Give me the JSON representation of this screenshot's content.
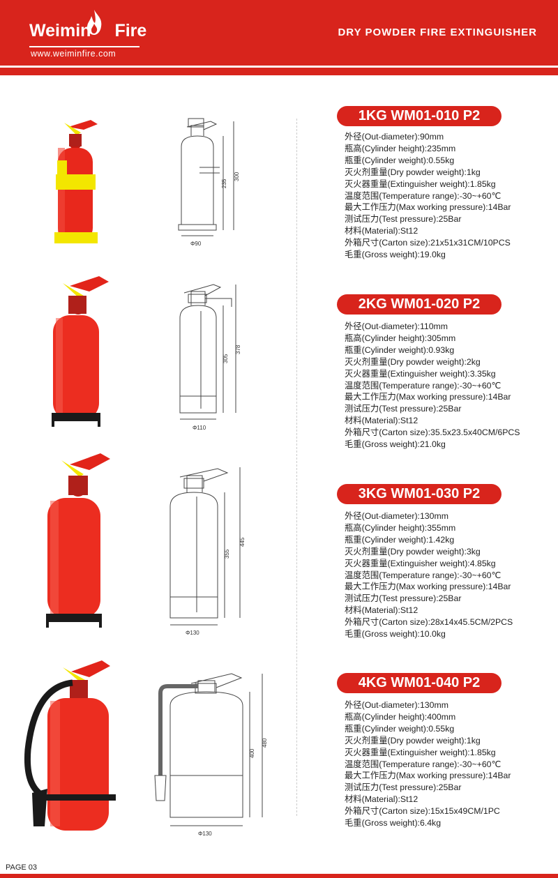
{
  "header": {
    "brand_left": "Weimin",
    "brand_right": "Fire",
    "url": "www.weiminfire.com",
    "title": "DRY POWDER FIRE EXTINGUISHER",
    "accent": "#d8241c"
  },
  "products": [
    {
      "model": "1KG  WM01-010  P2",
      "dims": {
        "diameter": "Φ90",
        "h1": "235",
        "h2": "300"
      },
      "specs": [
        "外径(Out-diameter):90mm",
        "瓶高(Cylinder height):235mm",
        "瓶重(Cylinder weight):0.55kg",
        "灭火剂重量(Dry powder weight):1kg",
        "灭火器重量(Extinguisher weight):1.85kg",
        "温度范围(Temperature range):-30~+60℃",
        "最大工作压力(Max working pressure):14Bar",
        "测试压力(Test pressure):25Bar",
        "材料(Material):St12",
        "外箱尺寸(Carton size):21x51x31CM/10PCS",
        "毛重(Gross weight):19.0kg"
      ]
    },
    {
      "model": "2KG  WM01-020  P2",
      "dims": {
        "diameter": "Φ110",
        "h1": "305",
        "h2": "378"
      },
      "specs": [
        "外径(Out-diameter):110mm",
        "瓶高(Cylinder height):305mm",
        "瓶重(Cylinder weight):0.93kg",
        "灭火剂重量(Dry powder weight):2kg",
        "灭火器重量(Extinguisher weight):3.35kg",
        "温度范围(Temperature range):-30~+60℃",
        "最大工作压力(Max working pressure):14Bar",
        "测试压力(Test pressure):25Bar",
        "材料(Material):St12",
        "外箱尺寸(Carton size):35.5x23.5x40CM/6PCS",
        "毛重(Gross weight):21.0kg"
      ]
    },
    {
      "model": "3KG  WM01-030  P2",
      "dims": {
        "diameter": "Φ130",
        "h1": "355",
        "h2": "445"
      },
      "specs": [
        "外径(Out-diameter):130mm",
        "瓶高(Cylinder height):355mm",
        "瓶重(Cylinder weight):1.42kg",
        "灭火剂重量(Dry powder weight):3kg",
        "灭火器重量(Extinguisher weight):4.85kg",
        "温度范围(Temperature range):-30~+60℃",
        "最大工作压力(Max working pressure):14Bar",
        "测试压力(Test pressure):25Bar",
        "材料(Material):St12",
        "外箱尺寸(Carton size):28x14x45.5CM/2PCS",
        "毛重(Gross weight):10.0kg"
      ]
    },
    {
      "model": "4KG  WM01-040  P2",
      "dims": {
        "diameter": "Φ130",
        "h1": "400",
        "h2": "480"
      },
      "specs": [
        "外径(Out-diameter):130mm",
        "瓶高(Cylinder height):400mm",
        "瓶重(Cylinder weight):0.55kg",
        "灭火剂重量(Dry powder weight):1kg",
        "灭火器重量(Extinguisher weight):1.85kg",
        "温度范围(Temperature range):-30~+60℃",
        "最大工作压力(Max working pressure):14Bar",
        "测试压力(Test pressure):25Bar",
        "材料(Material):St12",
        "外箱尺寸(Carton size):15x15x49CM/1PC",
        "毛重(Gross weight):6.4kg"
      ]
    }
  ],
  "footer": {
    "page": "PAGE  03"
  }
}
